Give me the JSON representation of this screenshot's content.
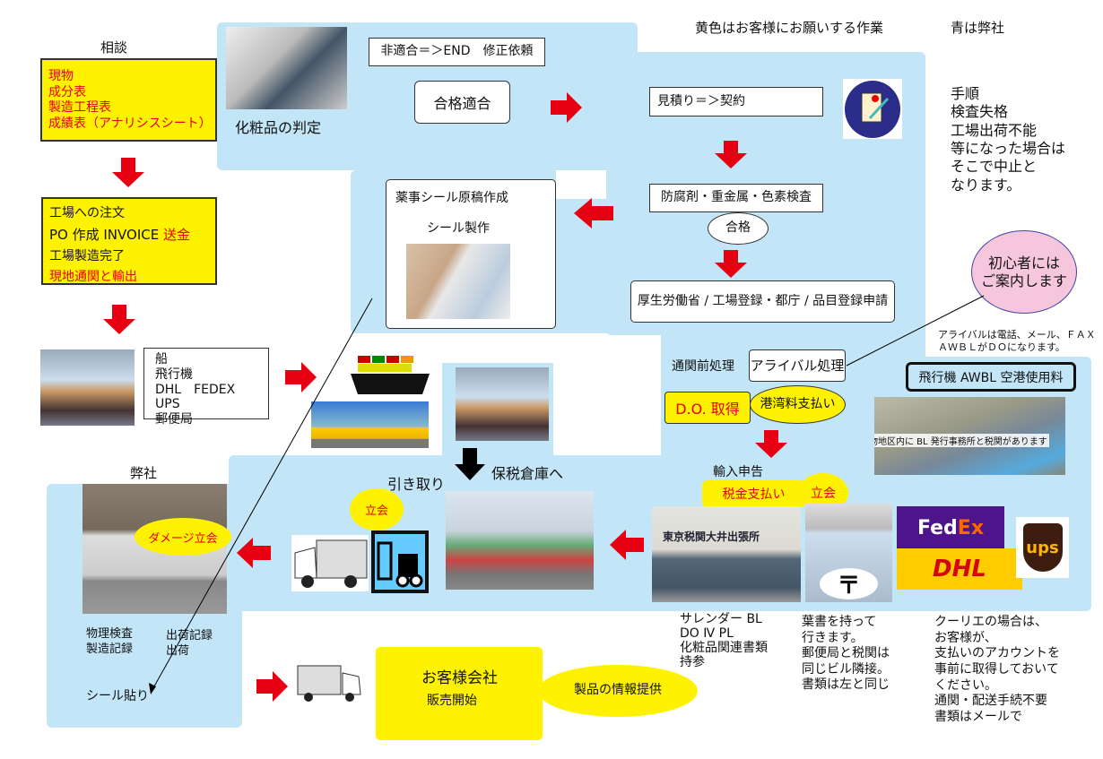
{
  "legend": {
    "yellow": "黄色はお客様にお願いする作業",
    "blue": "青は弊社"
  },
  "colors": {
    "panel": "#c2e5f7",
    "yellow": "#fff200",
    "arrow": "#e60012",
    "pink": "#f5c6dc"
  },
  "consult": {
    "title": "相談",
    "items": [
      "現物",
      "成分表",
      "製造工程表",
      "成績表（アナリシスシート）"
    ]
  },
  "order": {
    "line1": "工場への注文",
    "line2a": "PO 作成  INVOICE",
    "line2b": "送金",
    "line3": "工場製造完了",
    "line4": "現地通関と輸出"
  },
  "transport": {
    "items": "船\n飛行機\nDHL　FEDEX　UPS\n郵便局"
  },
  "judge": {
    "caption": "化粧品の判定",
    "fail": "非適合＝＞END　修正依頼",
    "pass": "合格適合"
  },
  "contract": {
    "label": "見積り＝＞契約"
  },
  "inspection": {
    "label": "防腐剤・重金属・色素検査",
    "pass": "合格"
  },
  "registration": {
    "label": "厚生労働省 / 工場登録・都庁 / 品目登録申請"
  },
  "seal": {
    "draft": "薬事シール原稿作成",
    "make": "シール製作"
  },
  "procedure_note": "手順\n検査失格\n工場出荷不能\n等になった場合は\nそこで中止と\nなります。",
  "beginner": "初心者には\nご案内します",
  "arrival_note": "アライバルは電話、メール、ＦＡＸ\nＡＷＢＬがＤＯになります。",
  "customs": {
    "pre": "通関前処理",
    "arrival": "アライバル処理",
    "do": "D.O. 取得",
    "port_fee": "港湾料支払い",
    "air": "飛行機 AWBL 空港使用料",
    "cargo_caption": "貨物地区内に BL 発行事務所と税関があります",
    "import": "輸入申告",
    "tax": "税金支払い",
    "witness": "立会",
    "customs_sign": "東京税関大井出張所",
    "post_mark": "〒"
  },
  "logos": {
    "fedex_a": "Fed",
    "fedex_b": "Ex",
    "dhl": "DHL",
    "ups": "ups"
  },
  "docs": {
    "left": "サレンダー BL\nDO Ⅳ PL\n化粧品関連書類\n持参",
    "mid": "葉書を持って\n行きます。\n郵便局と税関は\n同じビル隣接。\n書類は左と同じ",
    "right": "クーリエの場合は、\nお客様が、\n支払いのアカウントを\n事前に取得しておいて\nください。\n通関・配送手続不要\n書類はメールで"
  },
  "warehouse": {
    "to_bonded": "保税倉庫へ",
    "pickup": "引き取り",
    "witness": "立会"
  },
  "company": {
    "title": "弊社",
    "damage": "ダメージ立会",
    "checks": "物理検査\n製造記録",
    "ship": "出荷記録\n出荷",
    "seal": "シール貼り"
  },
  "customer": {
    "title": "お客様会社",
    "sale": "販売開始",
    "info": "製品の情報提供"
  }
}
